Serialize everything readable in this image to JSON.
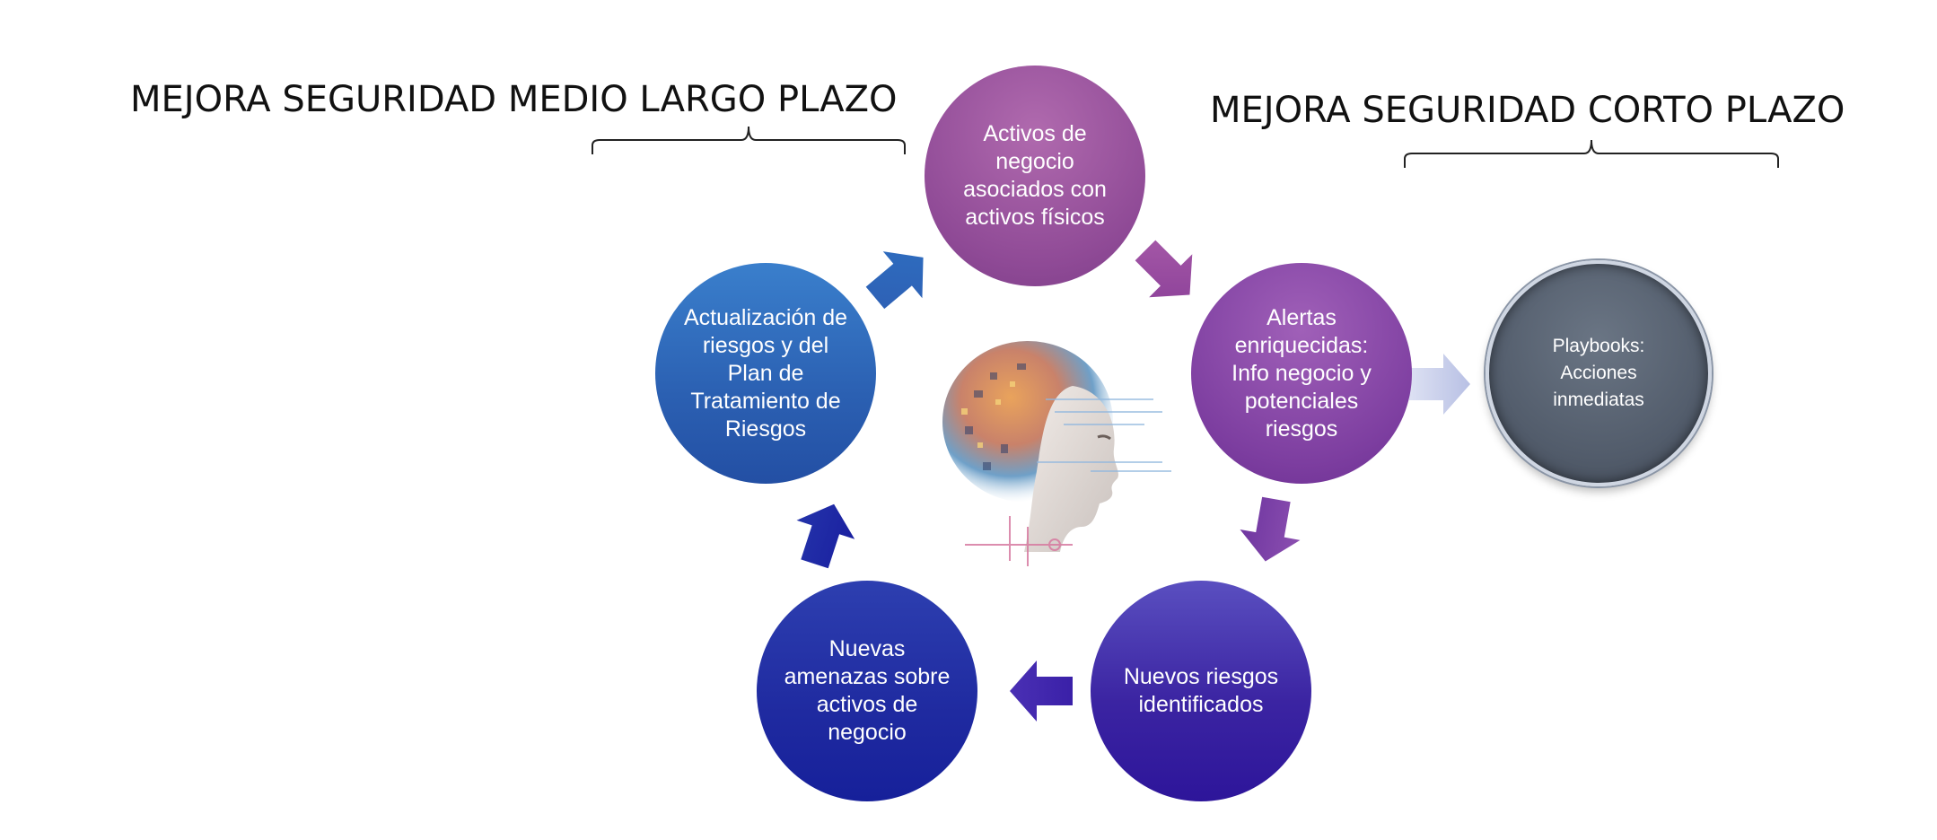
{
  "headings": {
    "left": "MEJORA SEGURIDAD MEDIO LARGO PLAZO",
    "right": "MEJORA SEGURIDAD CORTO PLAZO"
  },
  "nodes": {
    "activos": "Activos de negocio asociados con activos físicos",
    "alertas": "Alertas enriquecidas: Info negocio y potenciales riesgos",
    "nuevos_riesgos": "Nuevos riesgos identificados",
    "amenazas": "Nuevas amenazas sobre activos de negocio",
    "actualizacion": "Actualización de riesgos  y del Plan de Tratamiento de Riesgos",
    "playbooks": "Playbooks: Acciones inmediatas"
  },
  "colors": {
    "activos": "#8f4a96",
    "alertas": "#7d3ea0",
    "nuevos_riesgos": "#3b24a2",
    "amenazas": "#1f2aa0",
    "actualizacion": "#2b60b2",
    "playbooks": "#525c6b",
    "arrow_short_term": "#c7cde9"
  },
  "icons": {
    "center_image": "ai-head-illustration"
  }
}
